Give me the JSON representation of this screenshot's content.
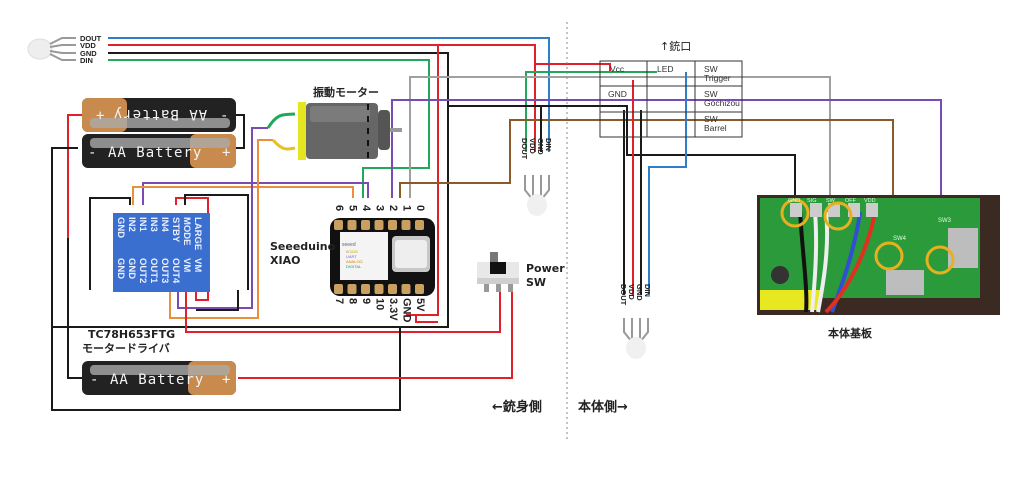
{
  "colors": {
    "red": "#e0202a",
    "black": "#1a1a1a",
    "blue": "#2f7fc8",
    "green": "#22a85a",
    "gray": "#a0a0a0",
    "purple": "#7a4bb5",
    "brown": "#8a5a2b",
    "orange": "#e8903a",
    "driver_blue": "#3a6fd0",
    "pcb_green": "#2a9a3a",
    "highlight_yellow": "#e8b020"
  },
  "led_top": {
    "pins": [
      "DOUT",
      "VDD",
      "GND",
      "DIN"
    ]
  },
  "led_mid": {
    "pins": [
      "DOUT",
      "VDD",
      "GND",
      "DIN"
    ]
  },
  "led_right": {
    "pins": [
      "DOUT",
      "VDD",
      "GND",
      "DIN"
    ]
  },
  "batteries": [
    {
      "label": "AA Battery",
      "minus": "-",
      "plus": "+"
    },
    {
      "label": "AA Battery",
      "minus": "-",
      "plus": "+"
    },
    {
      "label": "AA Battery",
      "minus": "-",
      "plus": "+"
    }
  ],
  "motor": {
    "title": "振動モーター"
  },
  "driver": {
    "title_line1": "TC78H653FTG",
    "title_line2": "モータードライバ",
    "top_pins": [
      "GND",
      "IN2",
      "IN1",
      "IN3",
      "IN4",
      "STBY",
      "MODE",
      "LARGE"
    ],
    "bottom_pins": [
      "GND",
      "GND",
      "OUT2",
      "OUT1",
      "OUT3",
      "OUT4",
      "VM",
      "VM"
    ]
  },
  "xiao": {
    "title_line1": "Seeeduino",
    "title_line2": "XIAO",
    "top_pins": [
      "6",
      "5",
      "4",
      "3",
      "2",
      "1",
      "0"
    ],
    "bottom_pins": [
      "7",
      "8",
      "9",
      "10",
      "3.3V",
      "GND",
      "5V"
    ],
    "legend": [
      "seeed",
      "IIC/I2C",
      "UART",
      "ANALOG",
      "DIGITAL"
    ]
  },
  "power_switch": {
    "title_line1": "Power",
    "title_line2": "SW"
  },
  "connector": {
    "title": "↑銃口",
    "cells": {
      "vcc": "Vcc",
      "led": "LED",
      "gnd": "GND",
      "sw_trigger_1": "SW",
      "sw_trigger_2": "Trigger",
      "sw_gochizou_1": "SW",
      "sw_gochizou_2": "Gochizou",
      "sw_barrel_1": "SW",
      "sw_barrel_2": "Barrel"
    }
  },
  "board": {
    "title": "本体基板",
    "pad_labels": [
      "GND",
      "SIG",
      "SW",
      "OFF",
      "VDD"
    ],
    "switch_labels": [
      "SW4",
      "SW3"
    ]
  },
  "sides": {
    "left": "←銃身側",
    "right": "本体側→"
  }
}
